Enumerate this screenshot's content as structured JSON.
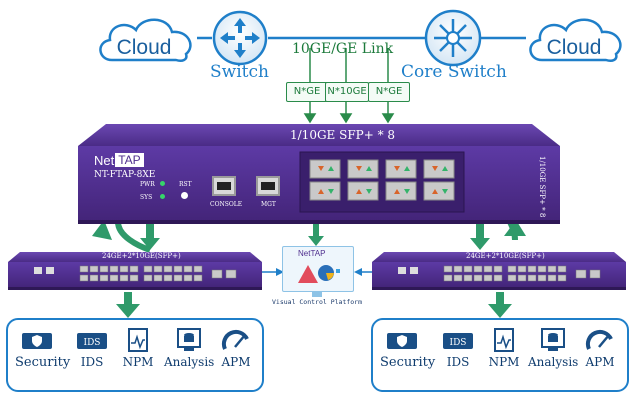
{
  "top": {
    "cloud_left": "Cloud",
    "cloud_right": "Cloud",
    "switch_label": "Switch",
    "core_switch_label": "Core Switch",
    "link_label": "10GE/GE Link",
    "links": [
      "N*GE",
      "N*10GE",
      "N*GE"
    ]
  },
  "main_device": {
    "top_label": "1/10GE SFP+ * 8",
    "brand_net": "Net",
    "brand_tap": "TAP",
    "model": "NT-FTAP-8XE",
    "leds": [
      "PWR",
      "SYS"
    ],
    "reset_label": "RST",
    "console_label": "CONSOLE",
    "mgt_label": "MGT",
    "side_label": "1/10GE SFP+ * 8",
    "colors": {
      "body": "#4f2f8e",
      "front": "#5a36a0",
      "accent": "#ffffff"
    }
  },
  "small_devices": {
    "left_label": "24GE+2*10GE(SFP+)",
    "right_label": "24GE+2*10GE(SFP+)"
  },
  "platform": {
    "brand": "NetTAP",
    "label": "Visual Control Platform"
  },
  "tools_left": [
    {
      "icon": "shield-icon",
      "label": "Security"
    },
    {
      "icon": "ids-icon",
      "label": "IDS"
    },
    {
      "icon": "npm-icon",
      "label": "NPM"
    },
    {
      "icon": "analysis-icon",
      "label": "Analysis"
    },
    {
      "icon": "apm-icon",
      "label": "APM"
    }
  ],
  "tools_right": [
    {
      "icon": "shield-icon",
      "label": "Security"
    },
    {
      "icon": "ids-icon",
      "label": "IDS"
    },
    {
      "icon": "npm-icon",
      "label": "NPM"
    },
    {
      "icon": "analysis-icon",
      "label": "Analysis"
    },
    {
      "icon": "apm-icon",
      "label": "APM"
    }
  ]
}
